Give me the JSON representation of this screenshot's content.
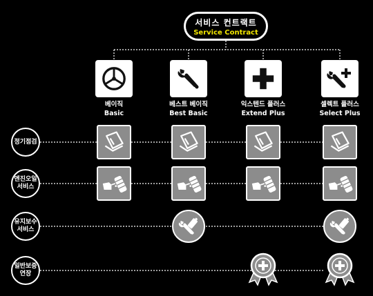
{
  "title": {
    "korean": "서비스 컨트랙트",
    "english": "Service Contract"
  },
  "tiers": [
    {
      "key": "basic",
      "korean": "베이직",
      "english": "Basic",
      "icon": "steering-wheel-icon"
    },
    {
      "key": "best-basic",
      "korean": "베스트 베이직",
      "english": "Best Basic",
      "icon": "wrench-icon"
    },
    {
      "key": "extend-plus",
      "korean": "익스텐드 플러스",
      "english": "Extend Plus",
      "icon": "plus-icon"
    },
    {
      "key": "select-plus",
      "korean": "셀렉트 플러스",
      "english": "Select Plus",
      "icon": "wrench-plus-icon"
    }
  ],
  "services": [
    {
      "key": "periodic-inspection",
      "label_line1": "정기점검",
      "label_line2": "",
      "icon": "inspection-tablet-icon",
      "included": [
        true,
        true,
        true,
        true
      ]
    },
    {
      "key": "engine-oil",
      "label_line1": "엔진오일",
      "label_line2": "서비스",
      "icon": "oil-can-filter-icon",
      "included": [
        true,
        true,
        true,
        true
      ]
    },
    {
      "key": "maintenance",
      "label_line1": "유지보수",
      "label_line2": "서비스",
      "icon": "wrench-battery-icon",
      "included": [
        false,
        true,
        false,
        true
      ]
    },
    {
      "key": "warranty-extension",
      "label_line1": "일반보증",
      "label_line2": "연장",
      "icon": "warranty-medal-icon",
      "included": [
        false,
        false,
        true,
        true
      ]
    }
  ],
  "colors": {
    "background": "#000000",
    "accent_yellow": "#f2e600",
    "cell_gray": "#8c8c8c",
    "line": "#ffffff"
  }
}
